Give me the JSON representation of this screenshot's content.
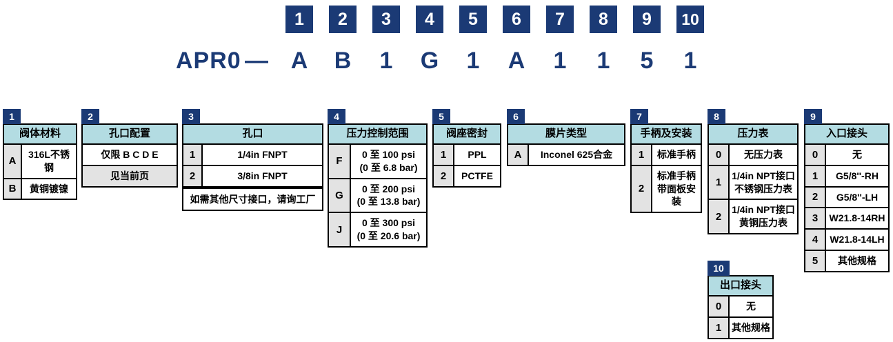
{
  "code_builder": {
    "prefix": "APR0",
    "separator": "—",
    "positions": [
      "1",
      "2",
      "3",
      "4",
      "5",
      "6",
      "7",
      "8",
      "9",
      "10"
    ],
    "selected_code": [
      "A",
      "B",
      "1",
      "G",
      "1",
      "A",
      "1",
      "1",
      "5",
      "1"
    ],
    "badge_color": "#1b3a75",
    "text_color": "#1b3a75"
  },
  "header_color": "#b3dce2",
  "code_cell_color": "#e3e3e3",
  "tables": [
    {
      "index": "1",
      "title": "阀体材料",
      "rows": [
        {
          "code": "A",
          "value": "316L不锈钢"
        },
        {
          "code": "B",
          "value": "黄铜镀镍"
        }
      ]
    },
    {
      "index": "2",
      "title": "孔口配置",
      "rows": [
        {
          "code": "",
          "value": "仅限  B C D E",
          "shaded": false
        },
        {
          "code": "",
          "value": "见当前页",
          "shaded": true
        }
      ]
    },
    {
      "index": "3",
      "title": "孔口",
      "rows": [
        {
          "code": "1",
          "value": "1/4in FNPT"
        },
        {
          "code": "2",
          "value": "3/8in FNPT"
        }
      ],
      "note": "如需其他尺寸接口，请询工厂"
    },
    {
      "index": "4",
      "title": "压力控制范围",
      "rows": [
        {
          "code": "F",
          "value": "0 至 100 psi",
          "value2": "(0 至 6.8 bar)"
        },
        {
          "code": "G",
          "value": "0 至 200 psi",
          "value2": "(0 至 13.8 bar)"
        },
        {
          "code": "J",
          "value": "0 至 300 psi",
          "value2": "(0 至 20.6 bar)"
        }
      ]
    },
    {
      "index": "5",
      "title": "阀座密封",
      "rows": [
        {
          "code": "1",
          "value": "PPL"
        },
        {
          "code": "2",
          "value": "PCTFE"
        }
      ]
    },
    {
      "index": "6",
      "title": "膜片类型",
      "rows": [
        {
          "code": "A",
          "value": "Inconel 625合金"
        }
      ]
    },
    {
      "index": "7",
      "title": "手柄及安装",
      "rows": [
        {
          "code": "1",
          "value": "标准手柄"
        },
        {
          "code": "2",
          "value": "标准手柄",
          "value2": "带面板安装"
        }
      ]
    },
    {
      "index": "8",
      "title": "压力表",
      "rows": [
        {
          "code": "0",
          "value": "无压力表"
        },
        {
          "code": "1",
          "value": "1/4in NPT接口",
          "value2": "不锈钢压力表"
        },
        {
          "code": "2",
          "value": "1/4in NPT接口",
          "value2": "黄铜压力表"
        }
      ]
    },
    {
      "index": "9",
      "title": "入口接头",
      "rows": [
        {
          "code": "0",
          "value": "无"
        },
        {
          "code": "1",
          "value": "G5/8''-RH"
        },
        {
          "code": "2",
          "value": "G5/8''-LH"
        },
        {
          "code": "3",
          "value": "W21.8-14RH"
        },
        {
          "code": "4",
          "value": "W21.8-14LH"
        },
        {
          "code": "5",
          "value": "其他规格"
        }
      ]
    },
    {
      "index": "10",
      "title": "出口接头",
      "rows": [
        {
          "code": "0",
          "value": "无"
        },
        {
          "code": "1",
          "value": "其他规格"
        }
      ]
    }
  ]
}
